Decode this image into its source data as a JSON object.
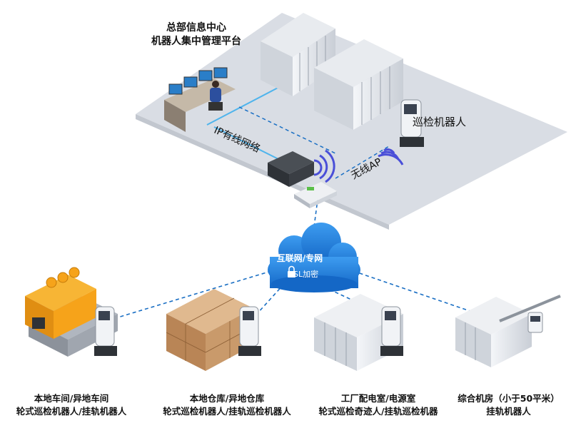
{
  "hq": {
    "line1": "总部信息中心",
    "line2": "机器人集中管理平台"
  },
  "labels": {
    "inspection_robot": "巡检机器人",
    "ip_network": "IP有线网络",
    "wireless_ap": "无线AP"
  },
  "cloud": {
    "title": "互联网/专网",
    "security": "SSL加密",
    "lock_icon": "lock-icon"
  },
  "sites": [
    {
      "line1": "本地车间/异地车间",
      "line2": "轮式巡检机器人/挂轨机器人"
    },
    {
      "line1": "本地仓库/异地仓库",
      "line2": "轮式巡检机器人/挂轨巡检机器人"
    },
    {
      "line1": "工厂配电室/电源室",
      "line2": "轮式巡检奇迹人/挂轨巡检机器"
    },
    {
      "line1": "综合机房（小于50平米）",
      "line2": "挂轨机器人"
    }
  ],
  "colors": {
    "cloud": "#1e7fd8",
    "platform": "#d7dce3",
    "dashed_link": "#1a6fc4",
    "generator": "#f6a31a",
    "boxes": "#c99a6b"
  }
}
